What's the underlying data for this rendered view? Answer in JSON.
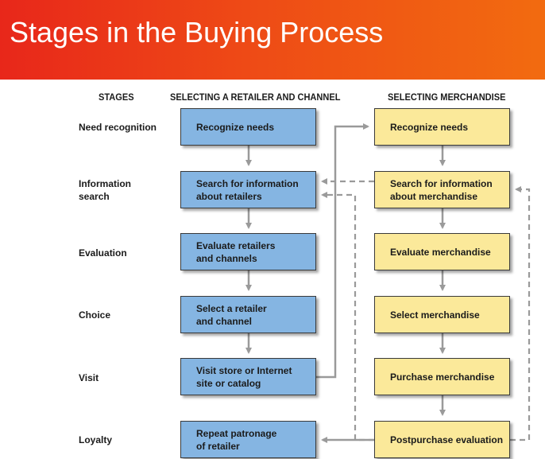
{
  "title": "Stages in the Buying Process",
  "columns": {
    "stages": "STAGES",
    "retailer": "SELECTING A RETAILER AND CHANNEL",
    "merchandise": "SELECTING MERCHANDISE"
  },
  "stages": [
    {
      "label": "Need recognition"
    },
    {
      "label": "Information\nsearch"
    },
    {
      "label": "Evaluation"
    },
    {
      "label": "Choice"
    },
    {
      "label": "Visit"
    },
    {
      "label": "Loyalty"
    }
  ],
  "retailer_boxes": [
    {
      "label": "Recognize needs"
    },
    {
      "label": "Search for information\nabout retailers"
    },
    {
      "label": "Evaluate retailers\nand channels"
    },
    {
      "label": "Select a retailer\nand channel"
    },
    {
      "label": "Visit store or Internet\nsite or catalog"
    },
    {
      "label": "Repeat patronage\nof retailer"
    }
  ],
  "merchandise_boxes": [
    {
      "label": "Recognize needs"
    },
    {
      "label": "Search for information\nabout merchandise"
    },
    {
      "label": "Evaluate merchandise"
    },
    {
      "label": "Select merchandise"
    },
    {
      "label": "Purchase merchandise"
    },
    {
      "label": "Postpurchase evaluation"
    }
  ],
  "colors": {
    "title_bar_start": "#e8271a",
    "title_bar_end": "#f26b10",
    "retailer_box": "#85b5e2",
    "merchandise_box": "#fbe99a",
    "connector": "#9a9a9a"
  }
}
